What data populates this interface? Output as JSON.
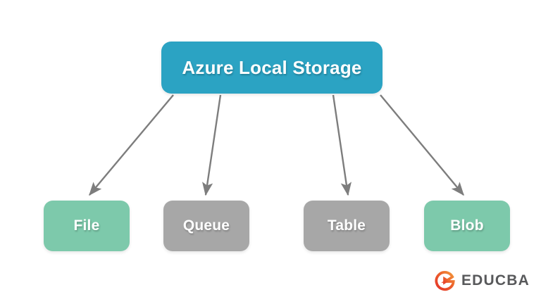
{
  "diagram": {
    "type": "tree",
    "background_color": "#ffffff",
    "root": {
      "label": "Azure Local Storage",
      "color": "#2ba3c3",
      "text_color": "#ffffff"
    },
    "children": [
      {
        "label": "File",
        "color": "#7dc9ab",
        "text_color": "#ffffff"
      },
      {
        "label": "Queue",
        "color": "#a7a7a7",
        "text_color": "#ffffff"
      },
      {
        "label": "Table",
        "color": "#a7a7a7",
        "text_color": "#ffffff"
      },
      {
        "label": "Blob",
        "color": "#7dc9ab",
        "text_color": "#ffffff"
      }
    ],
    "connectors": {
      "style": "arrow",
      "color": "#7d7d7d",
      "count": 4
    }
  },
  "brand": {
    "name": "EDUCBA",
    "mark_icon": "educba-play-circle-icon",
    "mark_color_start": "#e8472a",
    "mark_color_end": "#f0913a",
    "text_color": "#58595b"
  }
}
